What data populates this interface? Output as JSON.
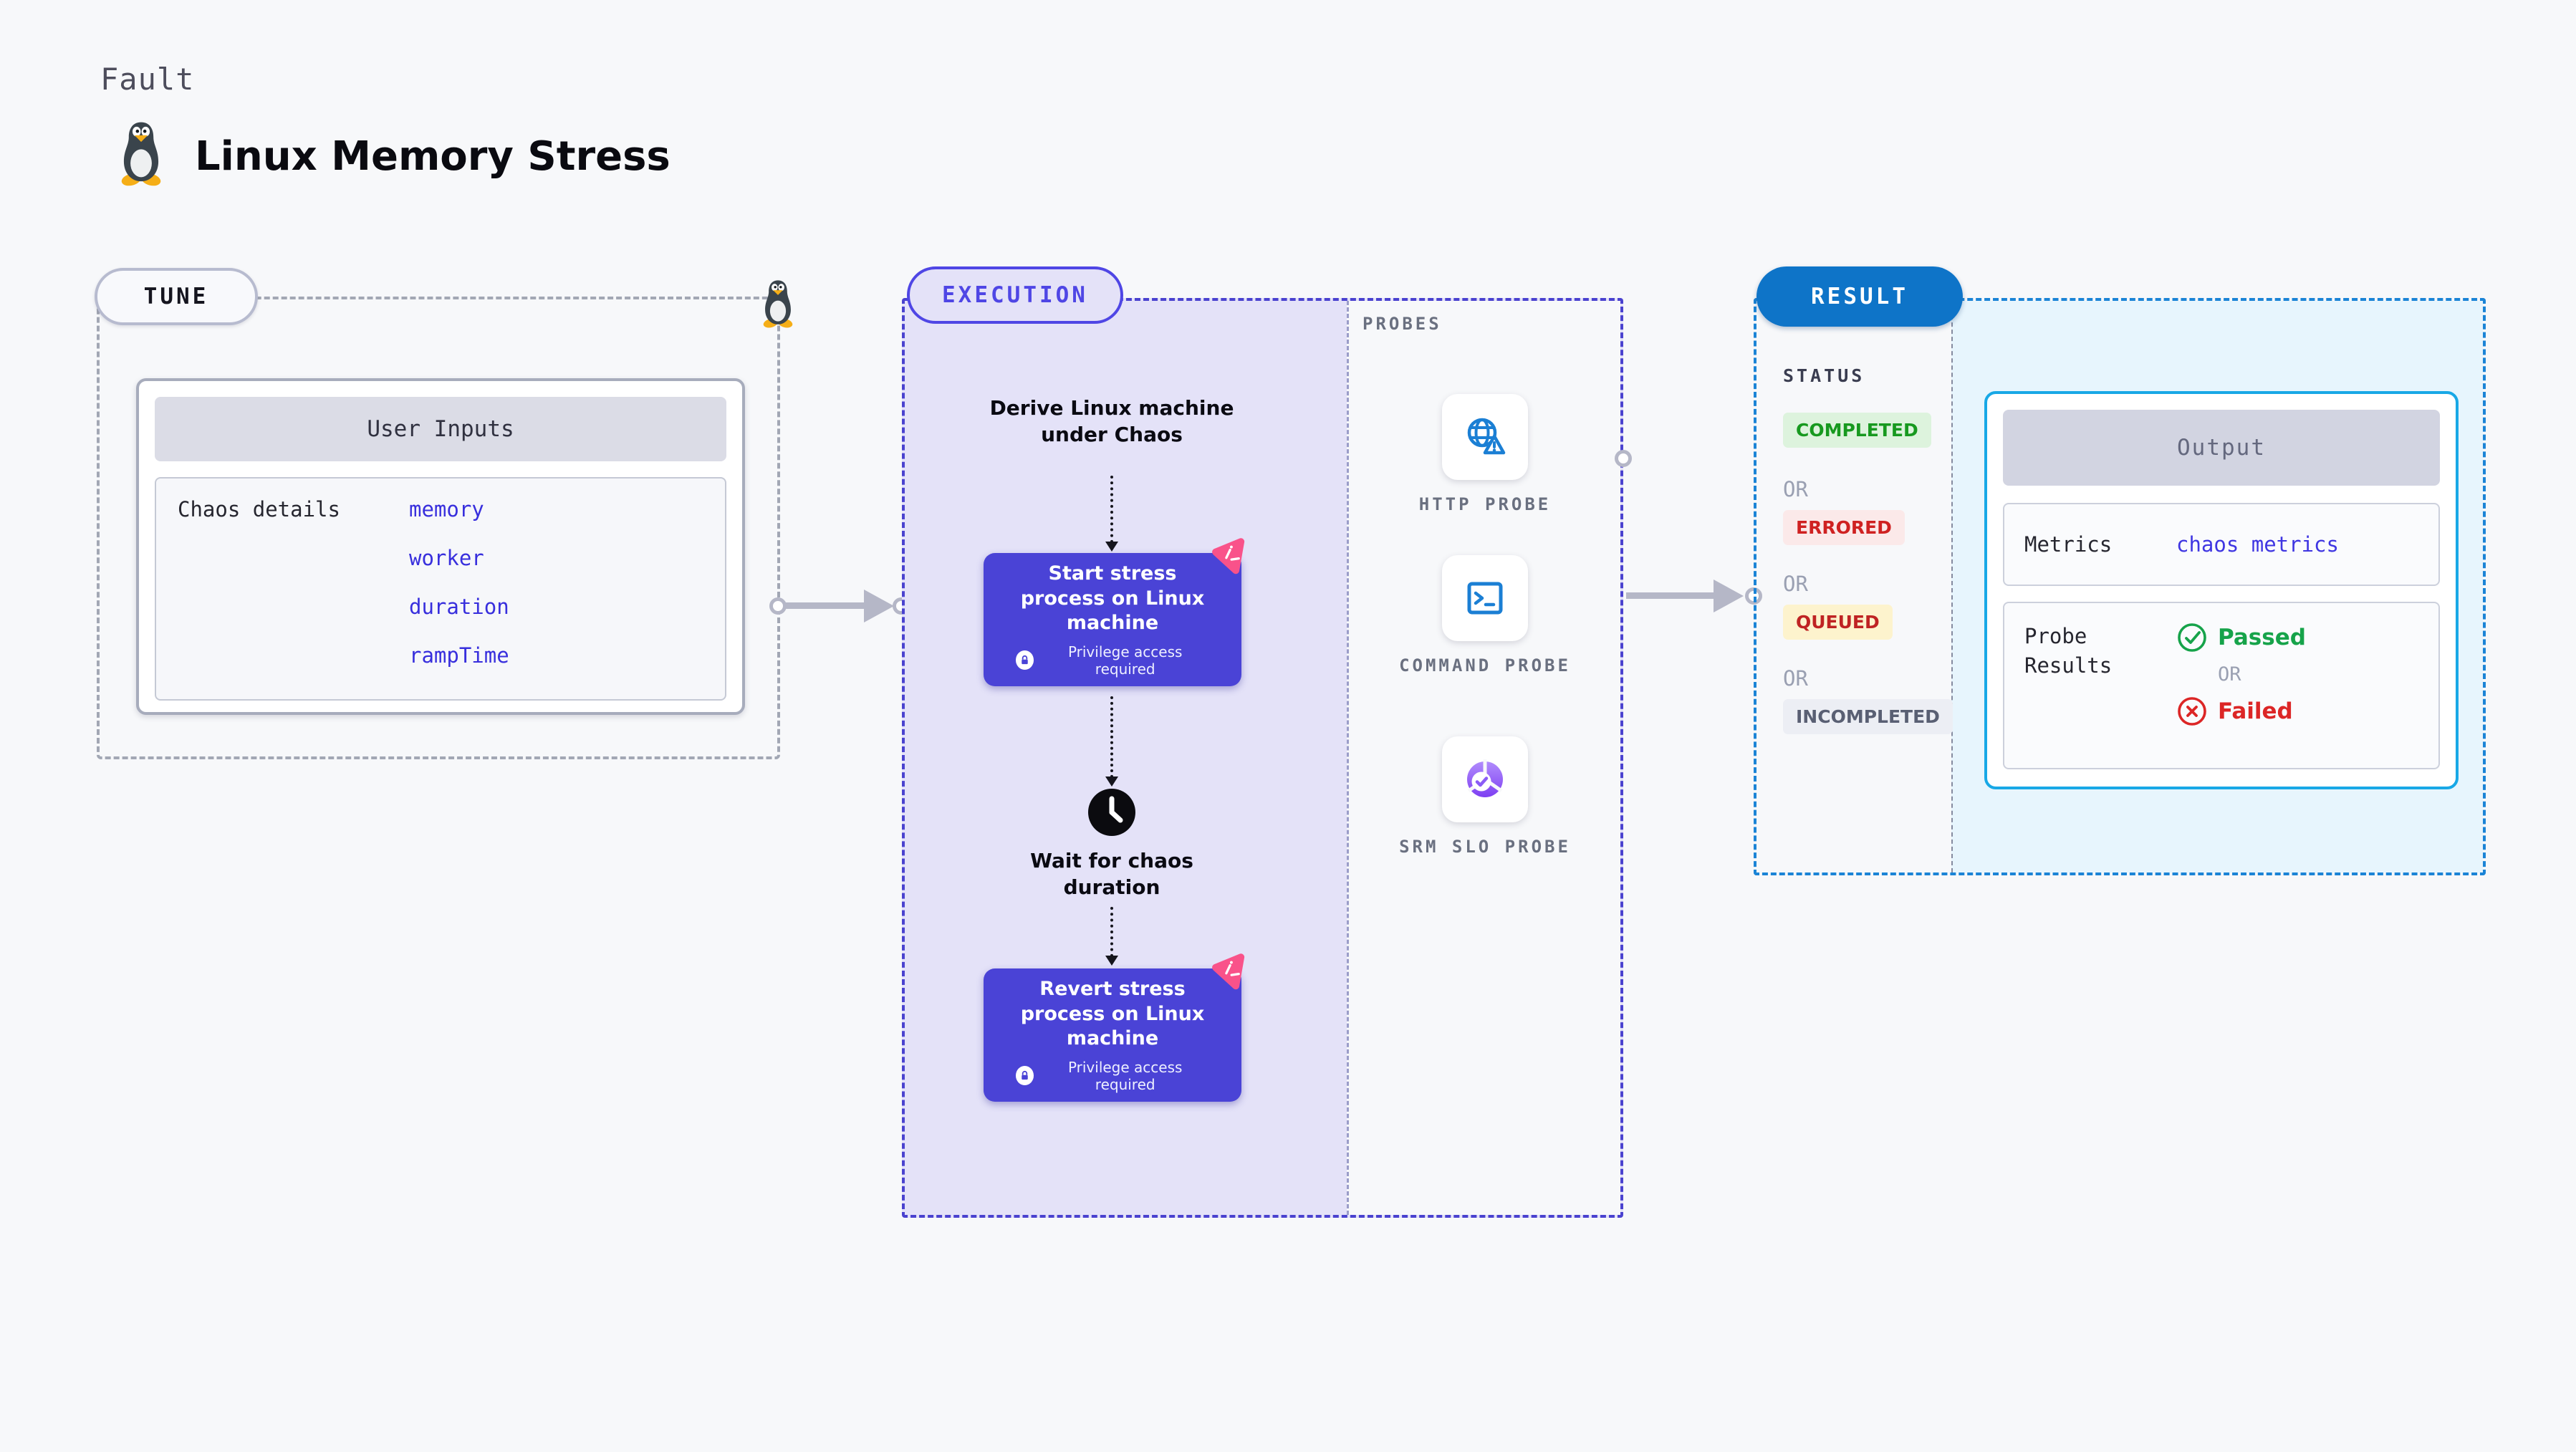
{
  "page": {
    "kicker": "Fault",
    "title": "Linux Memory Stress"
  },
  "tune": {
    "badge": "TUNE",
    "user_inputs": {
      "header": "User Inputs",
      "chaos_label": "Chaos details",
      "values": [
        "memory",
        "worker",
        "duration",
        "rampTime"
      ]
    }
  },
  "execution": {
    "badge": "EXECUTION",
    "derive_label": "Derive Linux machine under Chaos",
    "start_box": {
      "title": "Start stress process on Linux machine",
      "note": "Privilege access required"
    },
    "wait_label": "Wait for chaos duration",
    "revert_box": {
      "title": "Revert stress process on Linux machine",
      "note": "Privilege access required"
    }
  },
  "probes": {
    "label": "PROBES",
    "items": [
      {
        "label": "HTTP PROBE",
        "icon": "globe-alert-icon"
      },
      {
        "label": "COMMAND PROBE",
        "icon": "terminal-icon"
      },
      {
        "label": "SRM SLO PROBE",
        "icon": "slo-donut-check-icon"
      }
    ]
  },
  "result": {
    "badge": "RESULT",
    "status_label": "STATUS",
    "or_label": "OR",
    "statuses": [
      "COMPLETED",
      "ERRORED",
      "QUEUED",
      "INCOMPLETED"
    ],
    "output": {
      "header": "Output",
      "metrics_label": "Metrics",
      "metrics_value": "chaos metrics",
      "probe_results_label": "Probe Results",
      "passed": "Passed",
      "failed": "Failed"
    }
  },
  "colors": {
    "indigo_accent": "#4f46e5",
    "action_box": "#4a43d6",
    "result_blue": "#0e74c8",
    "output_border": "#18a8e6",
    "link_blue": "#382fdd",
    "passed_green": "#16a34a",
    "failed_red": "#dc2626",
    "chaos_pink": "#f9528a",
    "probe_icon_blue": "#1b7fd4"
  }
}
